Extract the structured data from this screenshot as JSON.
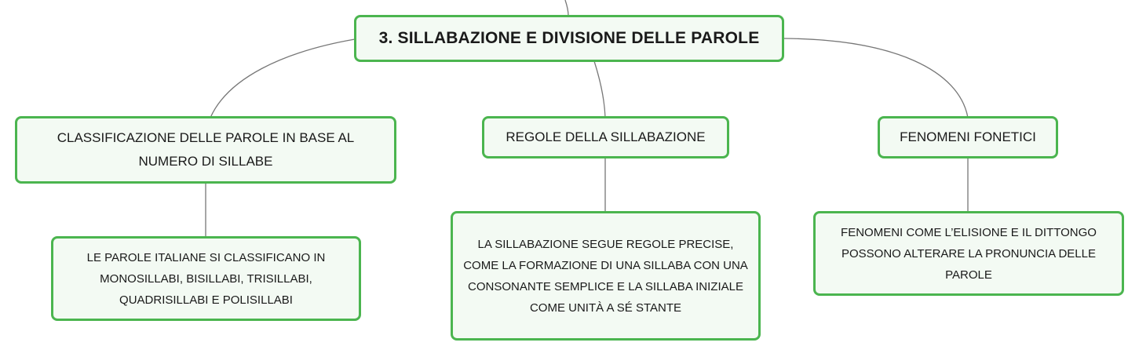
{
  "mindmap": {
    "root": {
      "label": "3. SILLABAZIONE E DIVISIONE DELLE PAROLE"
    },
    "branches": [
      {
        "label": "CLASSIFICAZIONE DELLE PAROLE IN BASE AL NUMERO DI SILLABE",
        "child": {
          "label": "LE PAROLE ITALIANE SI CLASSIFICANO IN MONOSILLABI, BISILLABI, TRISILLABI, QUADRISILLABI E POLISILLABI"
        }
      },
      {
        "label": "REGOLE DELLA SILLABAZIONE",
        "child": {
          "label": "LA SILLABAZIONE SEGUE REGOLE PRECISE, COME LA FORMAZIONE DI UNA SILLABA CON UNA CONSONANTE SEMPLICE E LA SILLABA INIZIALE COME UNITÀ A SÉ STANTE"
        }
      },
      {
        "label": "FENOMENI FONETICI",
        "child": {
          "label": "FENOMENI COME L’ELISIONE E IL DITTONGO POSSONO ALTERARE LA PRONUNCIA DELLE PAROLE"
        }
      }
    ]
  },
  "colors": {
    "node_border": "#4bb54f",
    "node_fill": "#f3faf3",
    "connector": "#777777",
    "text": "#1a1a1a"
  }
}
